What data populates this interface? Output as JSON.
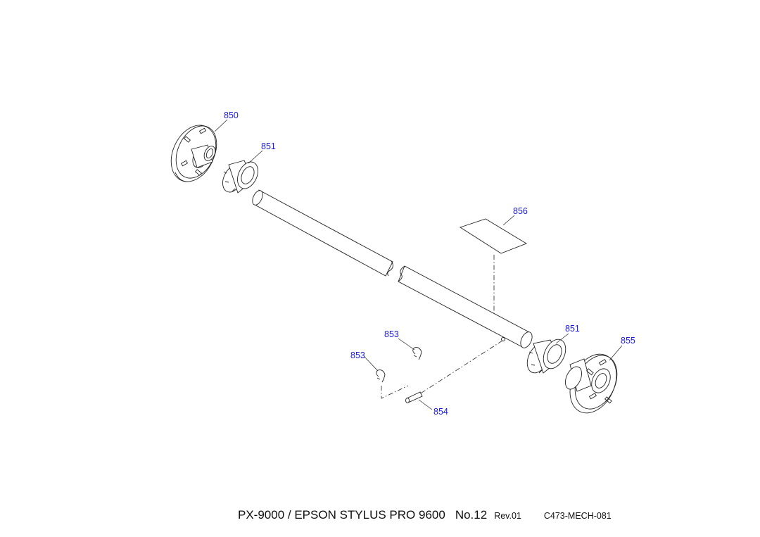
{
  "labels": {
    "p850": "850",
    "p851a": "851",
    "p856": "856",
    "p851b": "851",
    "p855": "855",
    "p853a": "853",
    "p853b": "853",
    "p854": "854"
  },
  "footer": {
    "model": "PX-9000 / EPSON STYLUS PRO 9600",
    "number": "No.12",
    "rev": "Rev.01",
    "code": "C473-MECH-081"
  },
  "colors": {
    "label": "#1a1adc",
    "line": "#222222"
  }
}
